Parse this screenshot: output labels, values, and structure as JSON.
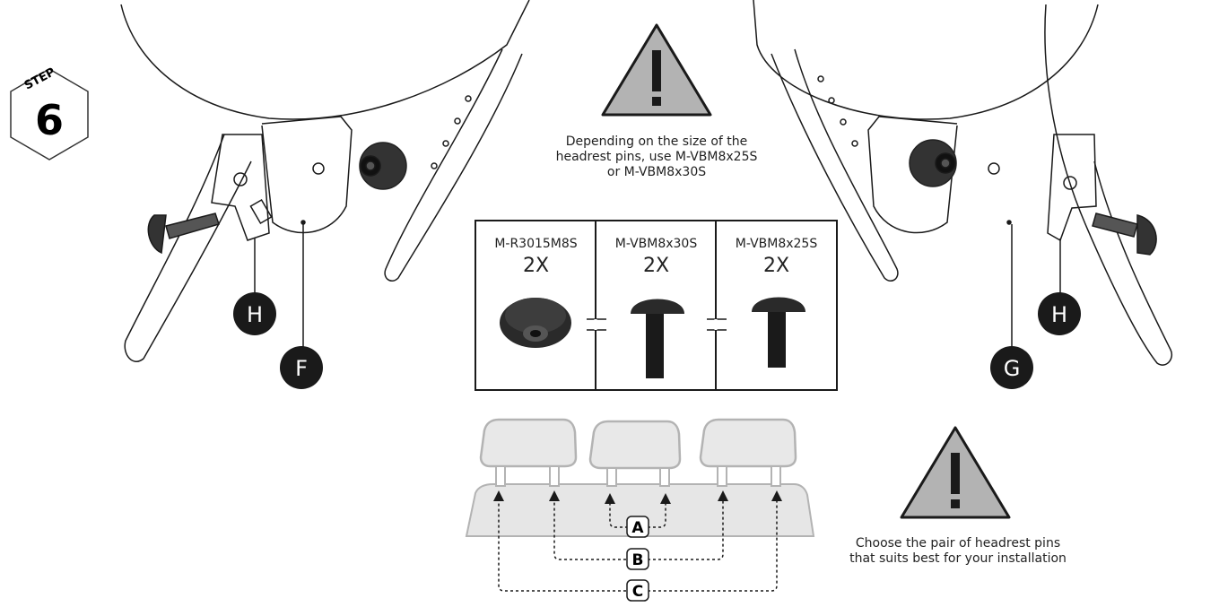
{
  "step": {
    "label": "STEP",
    "number": "6"
  },
  "callouts": {
    "left_h": "H",
    "left_f": "F",
    "right_g": "G",
    "right_h": "H"
  },
  "warning_top": {
    "icon": "warning-triangle-icon",
    "lines": [
      "Depending on the size of the",
      "headrest pins, use M-VBM8x25S",
      "or M-VBM8x30S"
    ]
  },
  "parts": [
    {
      "code": "M-R3015M8S",
      "qty": "2X",
      "icon": "star-knob-icon"
    },
    {
      "code": "M-VBM8x30S",
      "qty": "2X",
      "icon": "carriage-bolt-long-icon"
    },
    {
      "code": "M-VBM8x25S",
      "qty": "2X",
      "icon": "carriage-bolt-short-icon"
    }
  ],
  "pin_pairs": {
    "a": "A",
    "b": "B",
    "c": "C"
  },
  "warning_bottom": {
    "icon": "warning-triangle-icon",
    "lines": [
      "Choose the pair of headrest pins",
      "that suits best for your installation"
    ]
  },
  "colors": {
    "ink": "#1a1a1a",
    "warning_fill": "#b3b3b3",
    "seat_fill": "#e6e6e6"
  }
}
